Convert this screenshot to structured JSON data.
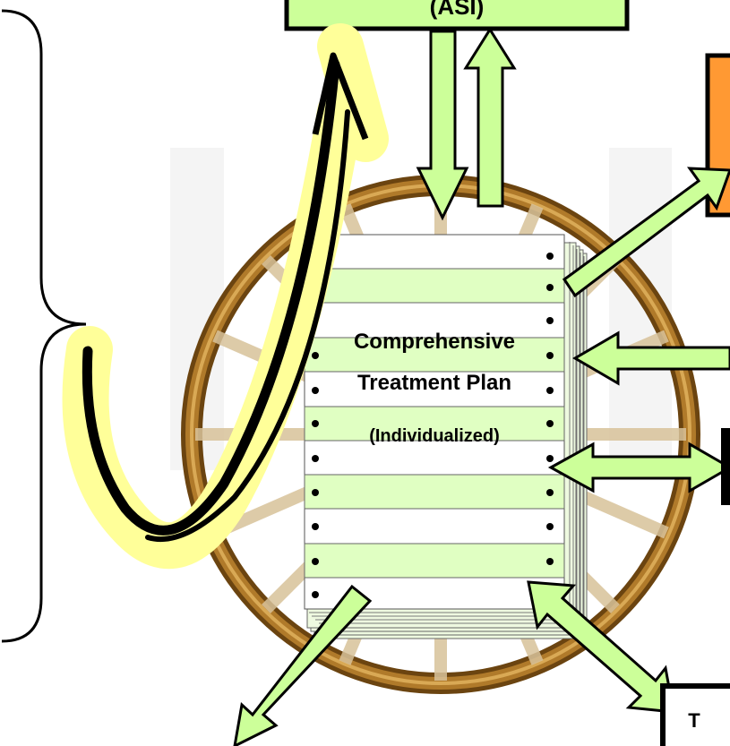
{
  "diagram": {
    "top_box": {
      "text": "(ASI)"
    },
    "plan": {
      "title_line1": "Comprehensive",
      "title_line2": "Treatment Plan",
      "subtitle": "(Individualized)"
    },
    "bottom_right_box": {
      "text": "T"
    }
  },
  "colors": {
    "arrow_fill": "#ccff99",
    "box_green": "#ccff99",
    "stripe_green": "#e0ffc2",
    "orange": "#ff9933",
    "wheel_rim": "#9b6a1f",
    "curve_highlight": "#ffff99"
  }
}
